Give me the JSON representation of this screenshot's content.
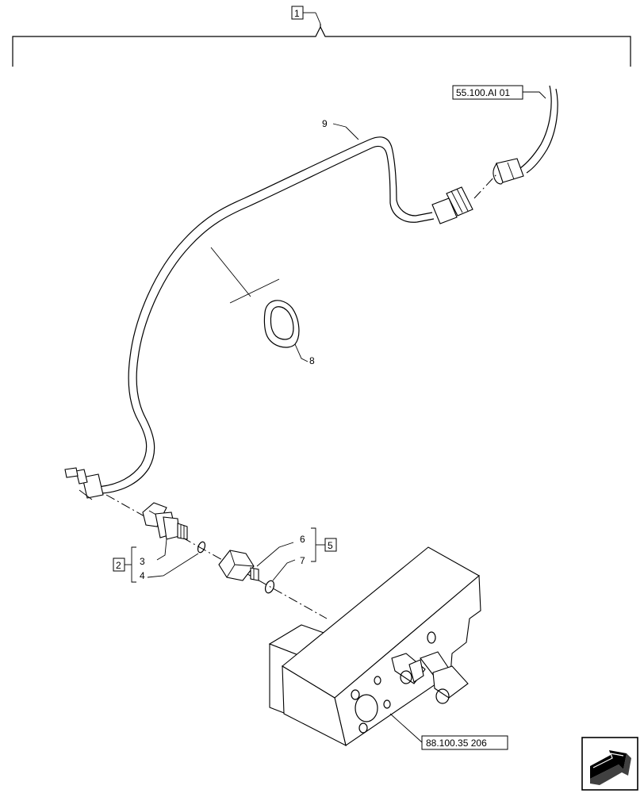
{
  "callouts": {
    "assembly_ref": "1",
    "ref_kit_a": "2",
    "ref_kit_b": "5",
    "part_3": "3",
    "part_4": "4",
    "part_6": "6",
    "part_7": "7",
    "part_8": "8",
    "part_9": "9"
  },
  "references": {
    "harness_ref": "55.100.AI 01",
    "valve_block_ref": "88.100.35 206"
  },
  "icons": {
    "orientation": "orientation-arrow-icon"
  }
}
